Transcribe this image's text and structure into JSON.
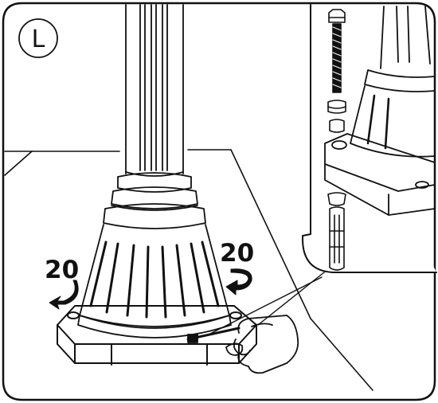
{
  "step_label": "L",
  "torque_left": "20",
  "torque_right": "20",
  "colors": {
    "ink": "#111111",
    "paper": "#ffffff"
  },
  "icons": [
    "rotation-arrow-icon",
    "rotation-arrow-icon",
    "hand-with-wrench-icon",
    "bolt-icon",
    "washer-icon",
    "anchor-sleeve-icon"
  ]
}
